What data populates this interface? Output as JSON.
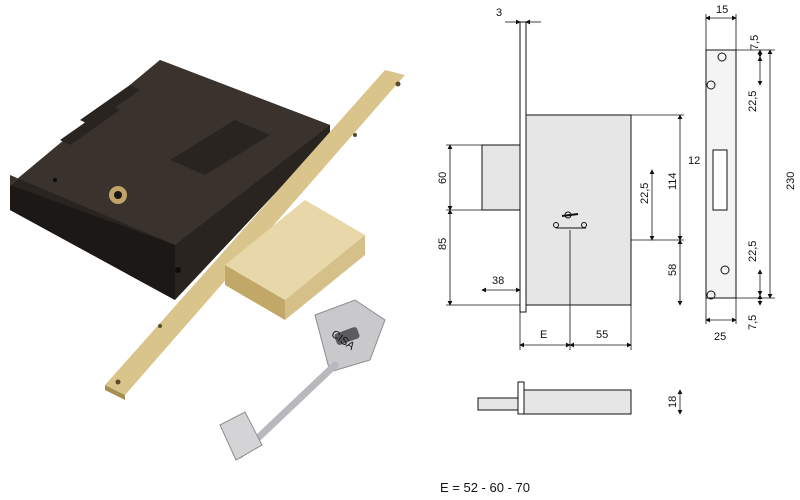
{
  "dimensions": {
    "faceplate_thickness": "3",
    "faceplate_width": "15",
    "top_hole_offset": "7,5",
    "hole_spacing_top": "22,5",
    "slot_width": "12",
    "total_height": "230",
    "hole_spacing_bottom": "22,5",
    "bottom_hole_offset": "7,5",
    "faceplate_width_bottom": "25",
    "upper_height": "60",
    "lower_height": "85",
    "body_height": "114",
    "key_offset": "22,5",
    "lower_body": "58",
    "bolt_projection": "38",
    "backset_label": "E",
    "key_to_edge": "55",
    "bolt_thickness": "18"
  },
  "caption": "E =  52 - 60 - 70",
  "key_brand": "CISA"
}
